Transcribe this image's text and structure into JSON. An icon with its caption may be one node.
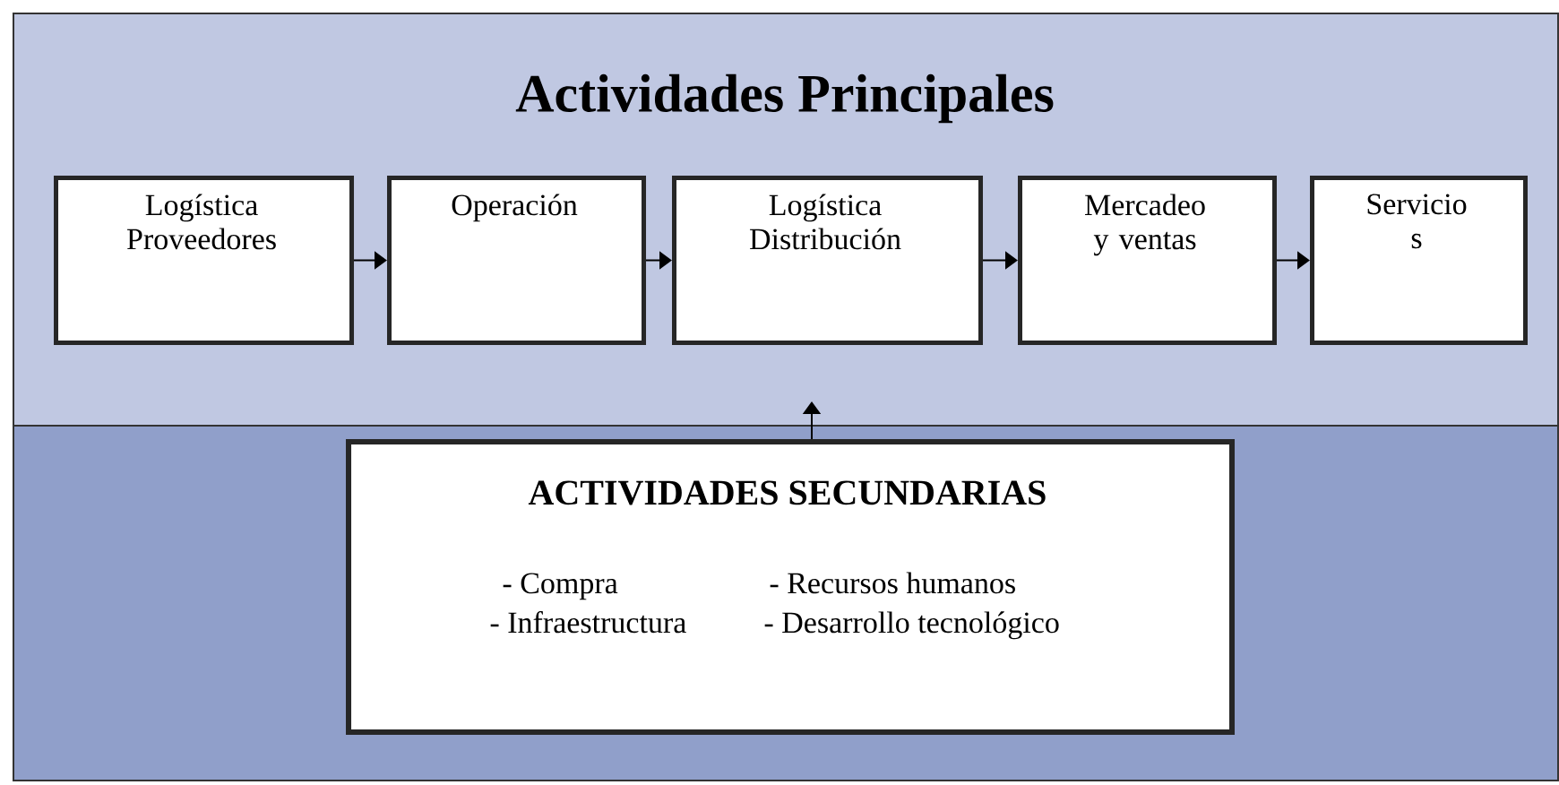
{
  "diagram": {
    "nodes": [
      {
        "text": [
          "Actividades Principales"
        ]
      },
      {
        "text": [
          "Logística Proveedores"
        ],
        "in": 0
      },
      {
        "text": [
          "Operación"
        ],
        "in": 0
      },
      {
        "text": [
          "Logística Distribución"
        ],
        "in": 0
      },
      {
        "text": [
          "Mercadeo y ventas"
        ],
        "in": 0
      },
      {
        "text": [
          "Servicio s"
        ],
        "in": 0
      },
      {
        "text": [],
        "shape": "box"
      },
      {
        "text": [
          "ACTIVIDADES SECUNDARIAS",
          "- Compra",
          "- Recursos humanos",
          "- Infraestructura",
          "- Desarrollo tecnológico"
        ],
        "in": 6
      }
    ],
    "edges": [
      {
        "from": 1,
        "to": 2,
        "arrow": "to"
      },
      {
        "from": 2,
        "to": 3,
        "arrow": "to"
      },
      {
        "from": 3,
        "to": 4,
        "arrow": "to"
      },
      {
        "from": 4,
        "to": 5,
        "arrow": "to"
      },
      {
        "from": 7,
        "to": 0,
        "arrow": "to"
      }
    ]
  }
}
